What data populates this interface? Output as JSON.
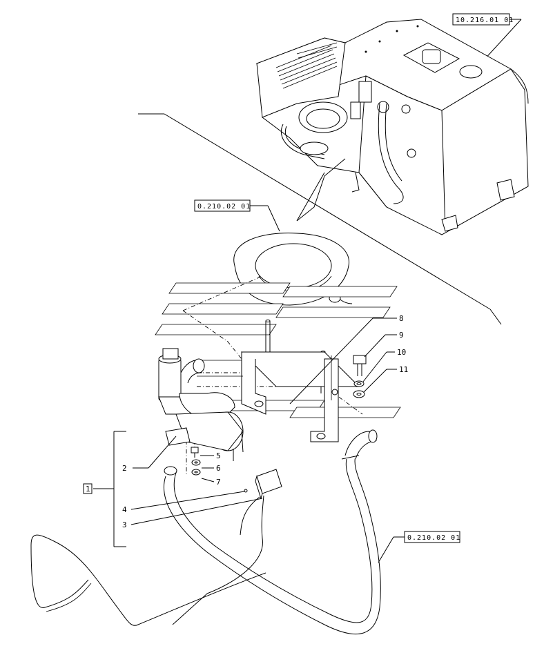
{
  "references": {
    "top_right": "10.216.01 01",
    "middle_left": "0.210.02 01",
    "bottom_right": "0.210.02 01"
  },
  "callouts": {
    "n1": "1",
    "n2": "2",
    "n3": "3",
    "n4": "4",
    "n5": "5",
    "n6": "6",
    "n7": "7",
    "n8": "8",
    "n9": "9",
    "n10": "10",
    "n11": "11"
  }
}
